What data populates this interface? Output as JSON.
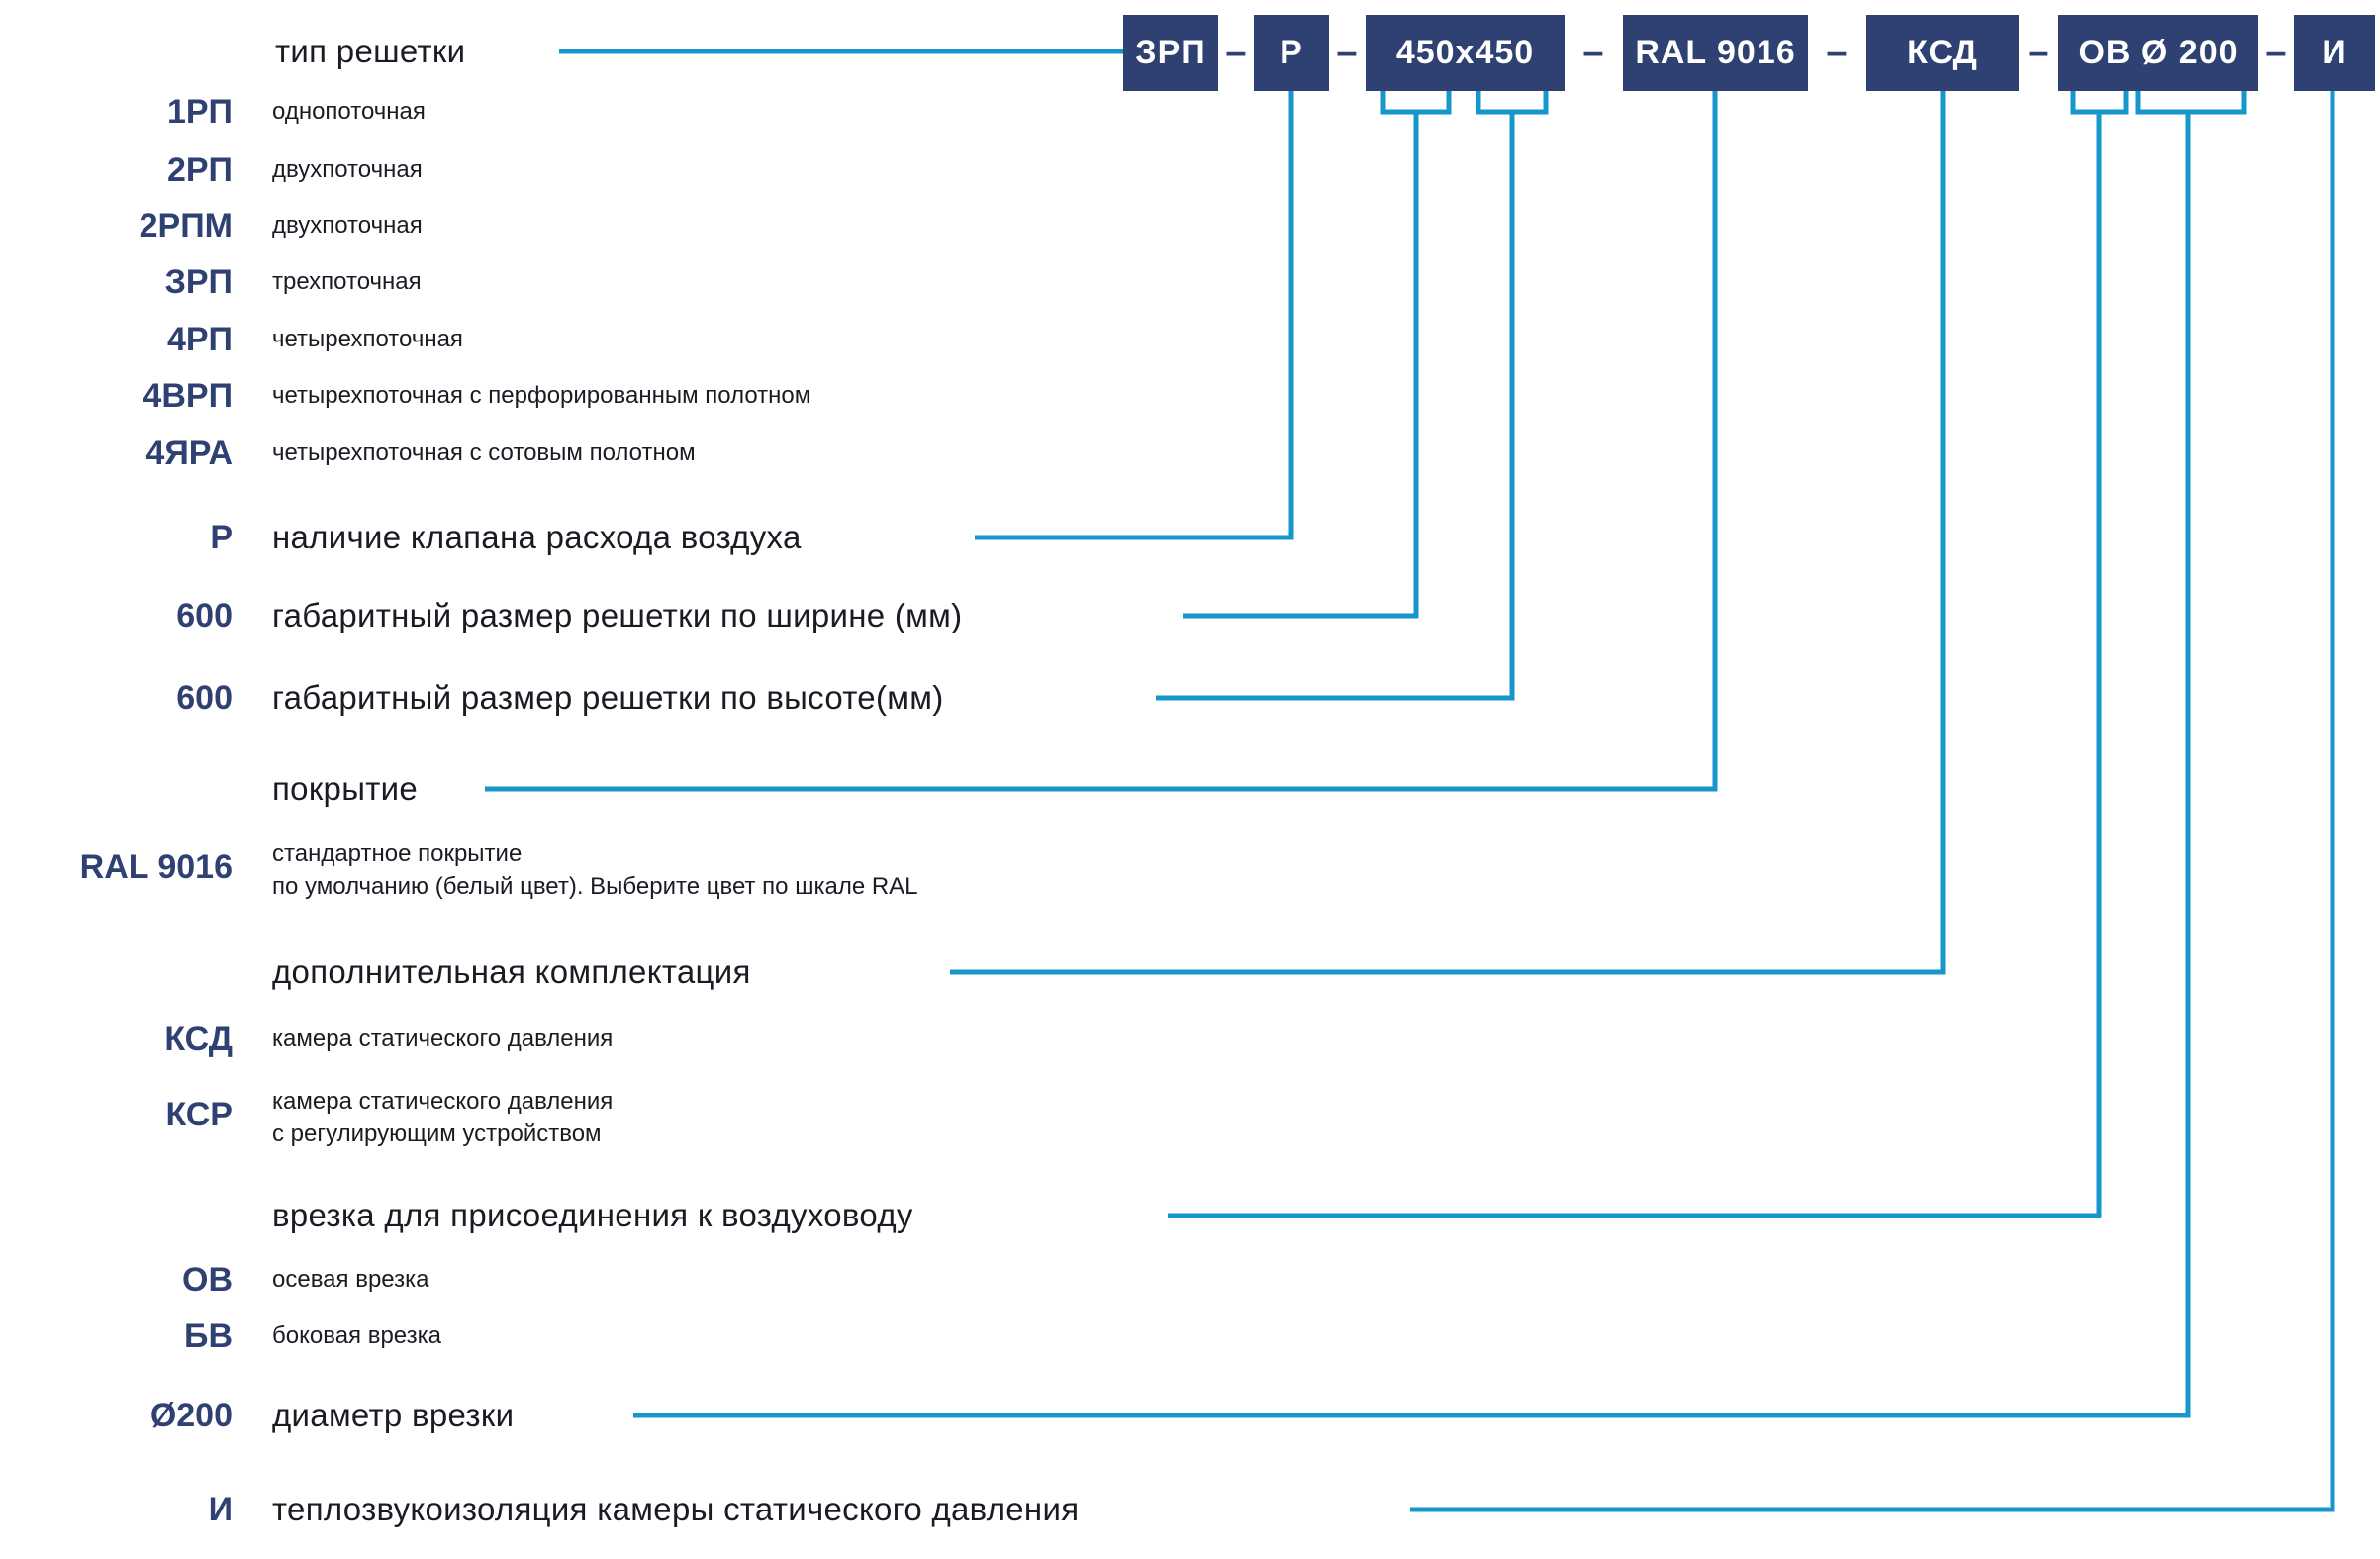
{
  "colors": {
    "box_background": "#2e4172",
    "connector_line": "#1697cb",
    "code_text": "#2e4172",
    "description_text": "#1b1b24",
    "box_label_text": "#ffffff"
  },
  "order_code": {
    "separator": "–",
    "boxes": [
      "ЗРП",
      "Р",
      "450х450",
      "RAL 9016",
      "КСД",
      "ОВ Ø 200",
      "И"
    ]
  },
  "grille_type": {
    "header": "тип решетки",
    "items": [
      {
        "code": "1РП",
        "desc": "однопоточная"
      },
      {
        "code": "2РП",
        "desc": "двухпоточная"
      },
      {
        "code": "2РПМ",
        "desc": "двухпоточная"
      },
      {
        "code": "ЗРП",
        "desc": "трехпоточная"
      },
      {
        "code": "4РП",
        "desc": "четырехпоточная"
      },
      {
        "code": "4ВРП",
        "desc": "четырехпоточная с перфорированным полотном"
      },
      {
        "code": "4ЯРА",
        "desc": "четырехпоточная с сотовым полотном"
      }
    ]
  },
  "valve": {
    "code": "Р",
    "desc": "наличие клапана расхода воздуха"
  },
  "width_row": {
    "code": "600",
    "desc": "габаритный размер решетки по ширине (мм)"
  },
  "height_row": {
    "code": "600",
    "desc": "габаритный размер решетки по высоте(мм)"
  },
  "coating": {
    "header": "покрытие",
    "code": "RAL 9016",
    "desc": [
      "стандартное покрытие",
      "по умолчанию (белый цвет). Выберите цвет по шкале RAL"
    ]
  },
  "extra_equipment": {
    "header": "дополнительная комплектация",
    "items": [
      {
        "code": "КСД",
        "desc": [
          "камера статического давления"
        ]
      },
      {
        "code": "КСР",
        "desc": [
          "камера статического давления",
          "с регулирующим устройством"
        ]
      }
    ]
  },
  "duct_connection": {
    "header": "врезка для присоединения к воздуховоду",
    "items": [
      {
        "code": "ОВ",
        "desc": "осевая врезка"
      },
      {
        "code": "БВ",
        "desc": "боковая врезка"
      }
    ]
  },
  "diameter": {
    "code": "Ø200",
    "desc": "диаметр врезки"
  },
  "insulation": {
    "code": "И",
    "desc": "теплозвукоизоляция камеры статического давления"
  }
}
